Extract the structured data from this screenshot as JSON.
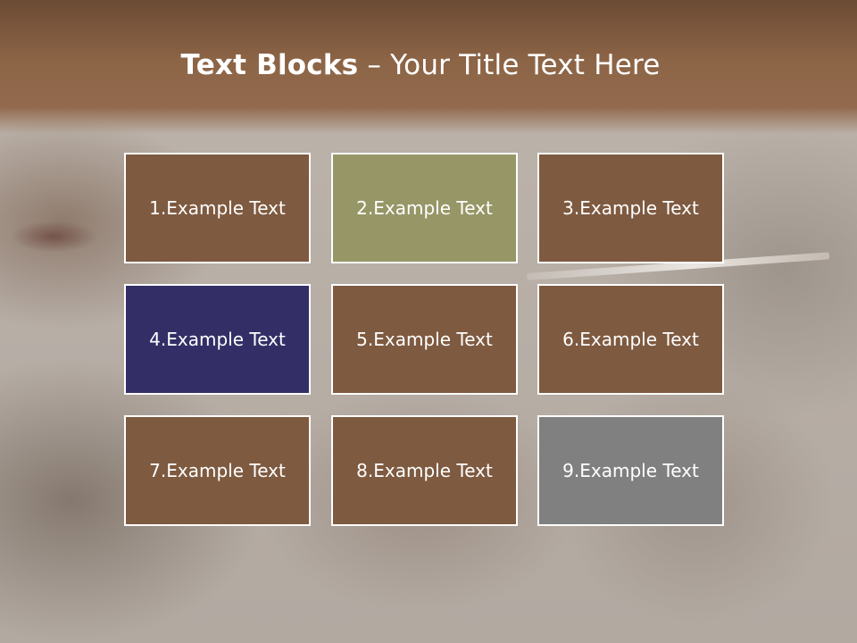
{
  "title": {
    "bold": "Text Blocks",
    "separator": " – ",
    "rest": "Your Title Text Here"
  },
  "blocks": [
    {
      "label": "1.Example Text",
      "color": "#7e5a40"
    },
    {
      "label": "2.Example Text",
      "color": "#979667"
    },
    {
      "label": "3.Example Text",
      "color": "#7e5a40"
    },
    {
      "label": "4.Example Text",
      "color": "#332f66"
    },
    {
      "label": "5.Example Text",
      "color": "#7e5a40"
    },
    {
      "label": "6.Example Text",
      "color": "#7e5a40"
    },
    {
      "label": "7.Example Text",
      "color": "#7e5a40"
    },
    {
      "label": "8.Example Text",
      "color": "#7e5a40"
    },
    {
      "label": "9.Example Text",
      "color": "#808080"
    }
  ],
  "colors": {
    "header": "#8c6446",
    "block_border": "#ffffff"
  }
}
